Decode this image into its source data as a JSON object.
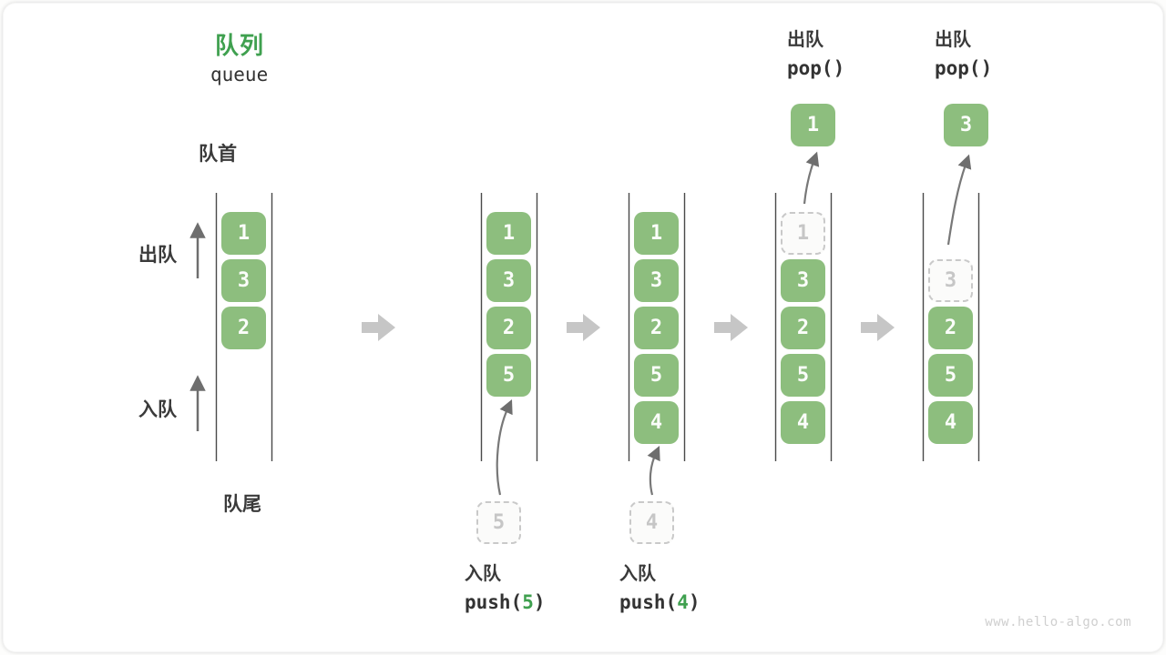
{
  "title": {
    "zh": "队列",
    "en": "queue"
  },
  "side_labels": {
    "front": "队首",
    "rear": "队尾",
    "dequeue": "出队",
    "enqueue": "入队"
  },
  "queues": [
    {
      "cells": [
        "1",
        "3",
        "2"
      ]
    },
    {
      "cells": [
        "1",
        "3",
        "2",
        "5"
      ]
    },
    {
      "cells": [
        "1",
        "3",
        "2",
        "5",
        "4"
      ]
    },
    {
      "ghost": "1",
      "cells": [
        "3",
        "2",
        "5",
        "4"
      ]
    },
    {
      "ghost": "3",
      "cells": [
        "2",
        "5",
        "4"
      ]
    }
  ],
  "staged": {
    "push5": "5",
    "push4": "4"
  },
  "popped": {
    "first": "1",
    "second": "3"
  },
  "operations": {
    "push5": {
      "label": "入队",
      "fn": "push(",
      "arg": "5",
      "close": ")"
    },
    "push4": {
      "label": "入队",
      "fn": "push(",
      "arg": "4",
      "close": ")"
    },
    "pop1": {
      "label": "出队",
      "fn": "pop()"
    },
    "pop2": {
      "label": "出队",
      "fn": "pop()"
    }
  },
  "watermark": "www.hello-algo.com",
  "colors": {
    "box_green": "#8dbe7e",
    "title_green": "#3fa04f",
    "block_arrow_gray": "#c6c6c6",
    "thin_arrow_gray": "#6e6e6e",
    "ghost_gray": "#c9c9c9"
  }
}
